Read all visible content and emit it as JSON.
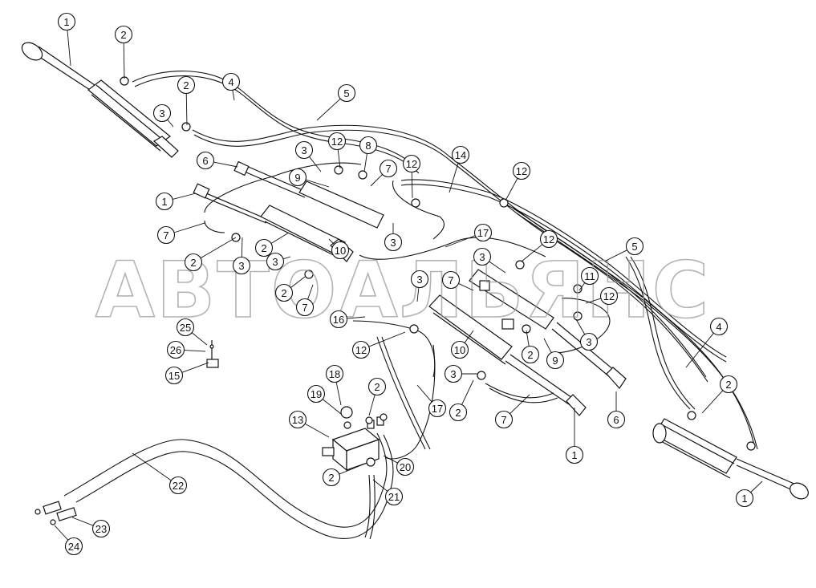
{
  "watermark": "АВТОАЛЬЯНС",
  "callouts": [
    {
      "id": "c1a",
      "label": "1"
    },
    {
      "id": "c2a",
      "label": "2"
    },
    {
      "id": "c2b",
      "label": "2"
    },
    {
      "id": "c4a",
      "label": "4"
    },
    {
      "id": "c5a",
      "label": "5"
    },
    {
      "id": "c3a",
      "label": "3"
    },
    {
      "id": "c12a",
      "label": "12"
    },
    {
      "id": "c8",
      "label": "8"
    },
    {
      "id": "c3b",
      "label": "3"
    },
    {
      "id": "c6a",
      "label": "6"
    },
    {
      "id": "c9a",
      "label": "9"
    },
    {
      "id": "c7a",
      "label": "7"
    },
    {
      "id": "c12b",
      "label": "12"
    },
    {
      "id": "c14",
      "label": "14"
    },
    {
      "id": "c12c",
      "label": "12"
    },
    {
      "id": "c1b",
      "label": "1"
    },
    {
      "id": "c7b",
      "label": "7"
    },
    {
      "id": "c3c",
      "label": "3"
    },
    {
      "id": "c17a",
      "label": "17"
    },
    {
      "id": "c2c",
      "label": "2"
    },
    {
      "id": "c10a",
      "label": "10"
    },
    {
      "id": "c2d",
      "label": "2"
    },
    {
      "id": "c3d",
      "label": "3"
    },
    {
      "id": "c3e",
      "label": "3"
    },
    {
      "id": "c12d",
      "label": "12"
    },
    {
      "id": "c5b",
      "label": "5"
    },
    {
      "id": "c3f",
      "label": "3"
    },
    {
      "id": "c2e",
      "label": "2"
    },
    {
      "id": "c7c",
      "label": "7"
    },
    {
      "id": "c7d",
      "label": "7"
    },
    {
      "id": "c11",
      "label": "11"
    },
    {
      "id": "c12e",
      "label": "12"
    },
    {
      "id": "c3g",
      "label": "3"
    },
    {
      "id": "c16",
      "label": "16"
    },
    {
      "id": "c25",
      "label": "25"
    },
    {
      "id": "c26",
      "label": "26"
    },
    {
      "id": "c15",
      "label": "15"
    },
    {
      "id": "c12f",
      "label": "12"
    },
    {
      "id": "c10b",
      "label": "10"
    },
    {
      "id": "c2f",
      "label": "2"
    },
    {
      "id": "c9b",
      "label": "9"
    },
    {
      "id": "c3h",
      "label": "3"
    },
    {
      "id": "c4b",
      "label": "4"
    },
    {
      "id": "c3i",
      "label": "3"
    },
    {
      "id": "c2g",
      "label": "2"
    },
    {
      "id": "c2h",
      "label": "2"
    },
    {
      "id": "c6b",
      "label": "6"
    },
    {
      "id": "c17b",
      "label": "17"
    },
    {
      "id": "c18",
      "label": "18"
    },
    {
      "id": "c19",
      "label": "19"
    },
    {
      "id": "c2i",
      "label": "2"
    },
    {
      "id": "c13",
      "label": "13"
    },
    {
      "id": "c7e",
      "label": "7"
    },
    {
      "id": "c1c",
      "label": "1"
    },
    {
      "id": "c1d",
      "label": "1"
    },
    {
      "id": "c20",
      "label": "20"
    },
    {
      "id": "c2j",
      "label": "2"
    },
    {
      "id": "c21",
      "label": "21"
    },
    {
      "id": "c22",
      "label": "22"
    },
    {
      "id": "c23",
      "label": "23"
    },
    {
      "id": "c24",
      "label": "24"
    }
  ]
}
